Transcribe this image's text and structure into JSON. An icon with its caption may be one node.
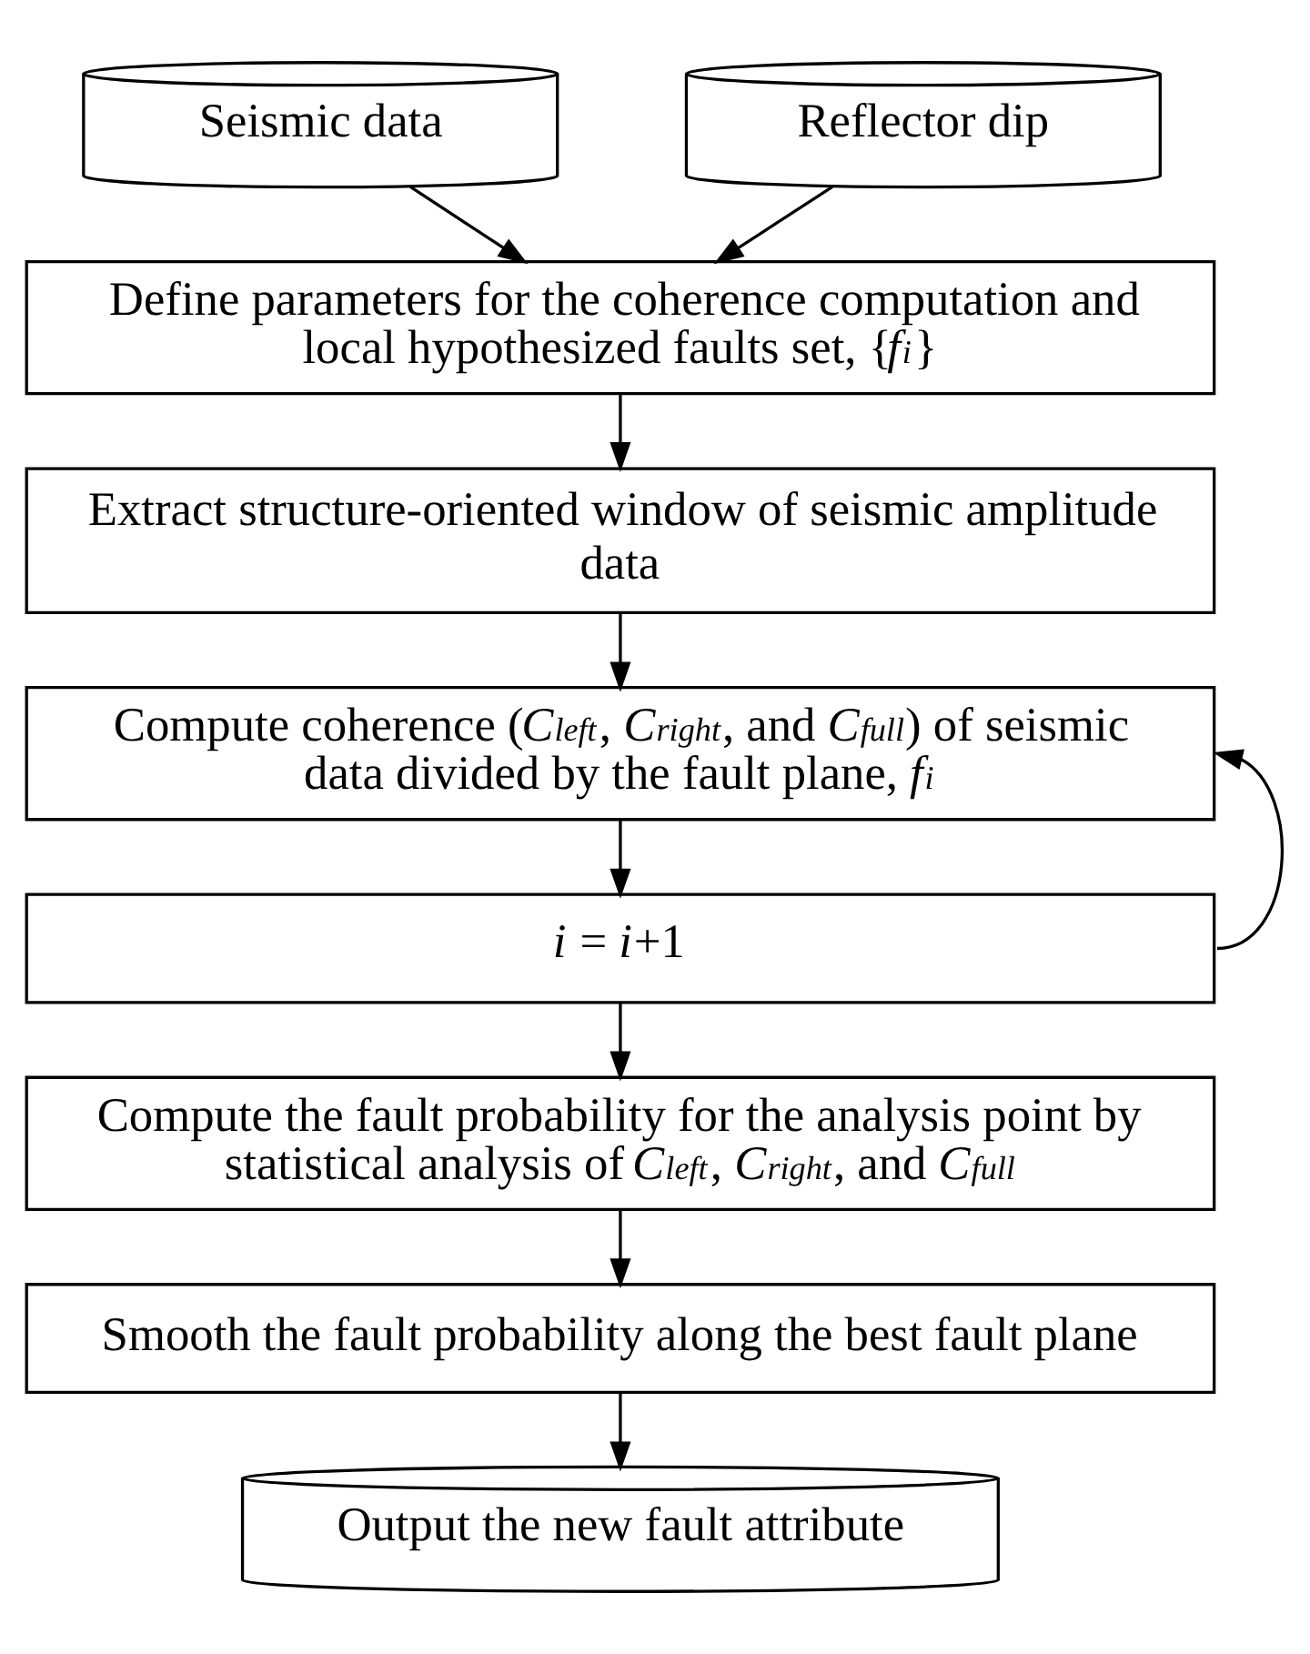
{
  "diagram": {
    "nodes": [
      {
        "text": [
          "Seismic data"
        ]
      },
      {
        "text": [
          "Reflector dip"
        ]
      },
      {
        "text": [
          "Define parameters for the coherence computation and local hypothesized faults set, {*f*$_{i}$}"
        ]
      },
      {
        "text": [
          "Extract structure-oriented window of seismic amplitude data"
        ]
      },
      {
        "text": [
          "Compute coherence (*C*$_{left}$, *C*$_{right}$, and *C*$_{full}$) of seismic data divided by the fault plane, *f*$_{i}$"
        ]
      },
      {
        "text": [
          "*i* = *i*+1"
        ]
      },
      {
        "text": [
          "Compute the fault probability for the analysis point by statistical analysis of *C*$_{left}$, *C*$_{right}$, and *C*$_{full}$"
        ]
      },
      {
        "text": [
          "Smooth the fault probability along the best fault plane"
        ]
      },
      {
        "text": [
          "Output the new fault attribute"
        ]
      }
    ],
    "edges": [
      {
        "from": 0,
        "to": 2,
        "arrow": "to"
      },
      {
        "from": 1,
        "to": 2,
        "arrow": "to"
      },
      {
        "from": 2,
        "to": 3,
        "arrow": "to"
      },
      {
        "from": 3,
        "to": 4,
        "arrow": "to"
      },
      {
        "from": 4,
        "to": 5,
        "arrow": "to"
      },
      {
        "from": 5,
        "to": 6,
        "arrow": "to"
      },
      {
        "from": 6,
        "to": 7,
        "arrow": "to"
      },
      {
        "from": 7,
        "to": 8,
        "arrow": "to"
      },
      {
        "from": 5,
        "to": 4,
        "arrow": "to"
      }
    ]
  }
}
